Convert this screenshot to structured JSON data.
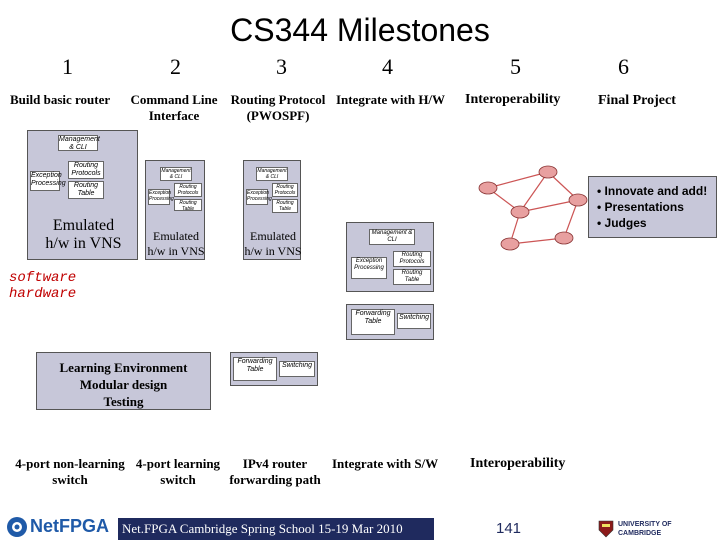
{
  "title": "CS344 Milestones",
  "milestones": [
    {
      "num": "1",
      "label": "Build basic router"
    },
    {
      "num": "2",
      "label": "Command Line Interface"
    },
    {
      "num": "3",
      "label": "Routing Protocol (PWOSPF)"
    },
    {
      "num": "4",
      "label": "Integrate with H/W"
    },
    {
      "num": "5",
      "label": "Interoperability"
    },
    {
      "num": "6",
      "label": "Final Project"
    }
  ],
  "labels": {
    "command_line": "Command Line",
    "interface": "Interface",
    "routing_protocol": "Routing Protocol",
    "pwospf": "(PWOSPF)"
  },
  "blocks": {
    "management": "Management & CLI",
    "routing_protocols": "Routing Protocols",
    "exception": "Exception Processing",
    "routing_table": "Routing Table",
    "forwarding_table": "Forwarding Table",
    "switching": "Switching"
  },
  "emulated_line1": "Emulated",
  "emulated_line2_1": "h/w in VNS",
  "emulated_line2_2": "h/w in VNS",
  "software": "software",
  "hardware": "hardware",
  "learning": [
    "Learning Environment",
    "Modular design",
    "Testing"
  ],
  "final_items": [
    "• Innovate and add!",
    "• Presentations",
    "• Judges"
  ],
  "hw_milestones": [
    {
      "line1": "4-port non-learning",
      "line2": "switch"
    },
    {
      "line1": "4-port learning",
      "line2": "switch"
    },
    {
      "line1": "IPv4 router",
      "line2": "forwarding path"
    },
    {
      "line1": "Integrate with S/W",
      "line2": ""
    },
    {
      "line1": "Interoperability",
      "line2": ""
    }
  ],
  "footer": "Net.FPGA Cambridge Spring School 15-19 Mar 2010",
  "page_number": "141",
  "logo_text": "NetFPGA",
  "university": [
    "UNIVERSITY OF",
    "CAMBRIDGE"
  ],
  "colors": {
    "box_fill": "#c7c7d9",
    "footer_bar": "#1f2a5e",
    "accent_red": "#c00000",
    "node_fill": "#e8a0a0"
  }
}
